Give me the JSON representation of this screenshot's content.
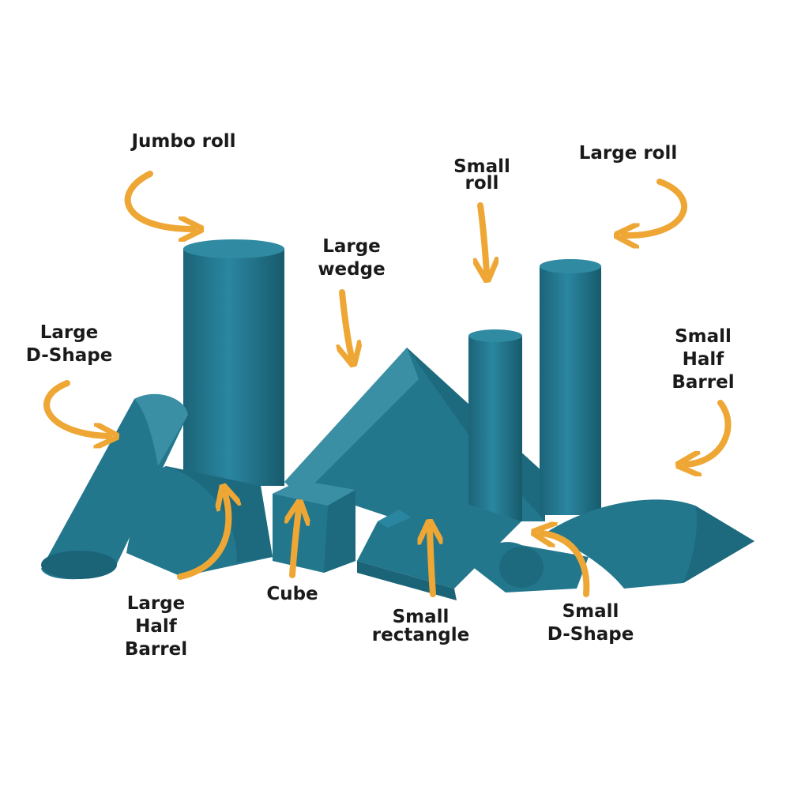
{
  "colors": {
    "background": "#ffffff",
    "foam": "#23778d",
    "foam_light": "#3a8fa4",
    "foam_dark": "#175a6c",
    "arrow": "#eea735",
    "text": "#1a1a1a"
  },
  "labels": {
    "jumbo_roll": [
      "Jumbo roll"
    ],
    "small_roll": [
      "Small",
      "roll"
    ],
    "large_roll": [
      "Large roll"
    ],
    "large_wedge": [
      "Large",
      "wedge"
    ],
    "large_d_shape": [
      "Large",
      "D-Shape"
    ],
    "small_half_barrel": [
      "Small",
      "Half",
      "Barrel"
    ],
    "large_half_barrel": [
      "Large",
      "Half",
      "Barrel"
    ],
    "cube": [
      "Cube"
    ],
    "small_rectangle": [
      "Small",
      "rectangle"
    ],
    "small_d_shape": [
      "Small",
      "D-Shape"
    ]
  }
}
